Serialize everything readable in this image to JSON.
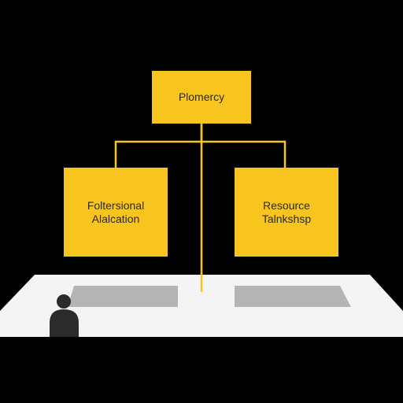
{
  "colors": {
    "background": "#000000",
    "node_fill": "#f7c51e",
    "connector": "#f7c51e",
    "platform": "#f4f4f4",
    "panel": "#b4b4b4",
    "person": "#2b2b2b",
    "text": "#2a2a2a"
  },
  "diagram": {
    "nodes": [
      {
        "id": "top",
        "label": "Plomercy"
      },
      {
        "id": "left",
        "label": "Foltersional\nAlalcation"
      },
      {
        "id": "right",
        "label": "Resource\nTalnkshsp"
      }
    ],
    "edges": [
      {
        "from": "top",
        "to": "left"
      },
      {
        "from": "top",
        "to": "right"
      },
      {
        "from": "top",
        "to": "platform"
      }
    ],
    "icons": [
      "person-icon"
    ]
  }
}
